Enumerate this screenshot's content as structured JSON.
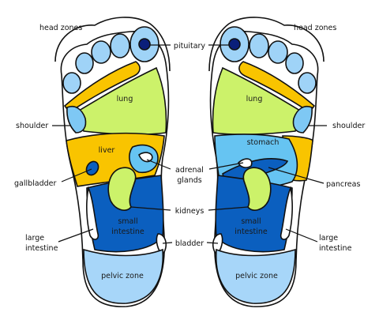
{
  "labels": {
    "head_zones": "head zones",
    "pituitary": "pituitary",
    "lung": "lung",
    "shoulder": "shoulder",
    "liver": "liver",
    "stomach": "stomach",
    "gallbladder": "gallbladder",
    "adrenal_1": "adrenal",
    "adrenal_2": "glands",
    "pancreas": "pancreas",
    "kidneys": "kidneys",
    "small_1": "small",
    "small_2": "intestine",
    "large_1": "large",
    "large_2": "intestine",
    "bladder": "bladder",
    "pelvic_zone": "pelvic zone"
  },
  "colors": {
    "outline": "#111111",
    "head_zone_light": "#9fd3f7",
    "lung": "#ccf26a",
    "liver": "#f9c400",
    "shoulder": "#7ec8f4",
    "small_intestine": "#0b5fbf",
    "pelvic": "#a7d6f9",
    "pituitary": "#0a1f7a",
    "stomach": "#66c4f2"
  }
}
